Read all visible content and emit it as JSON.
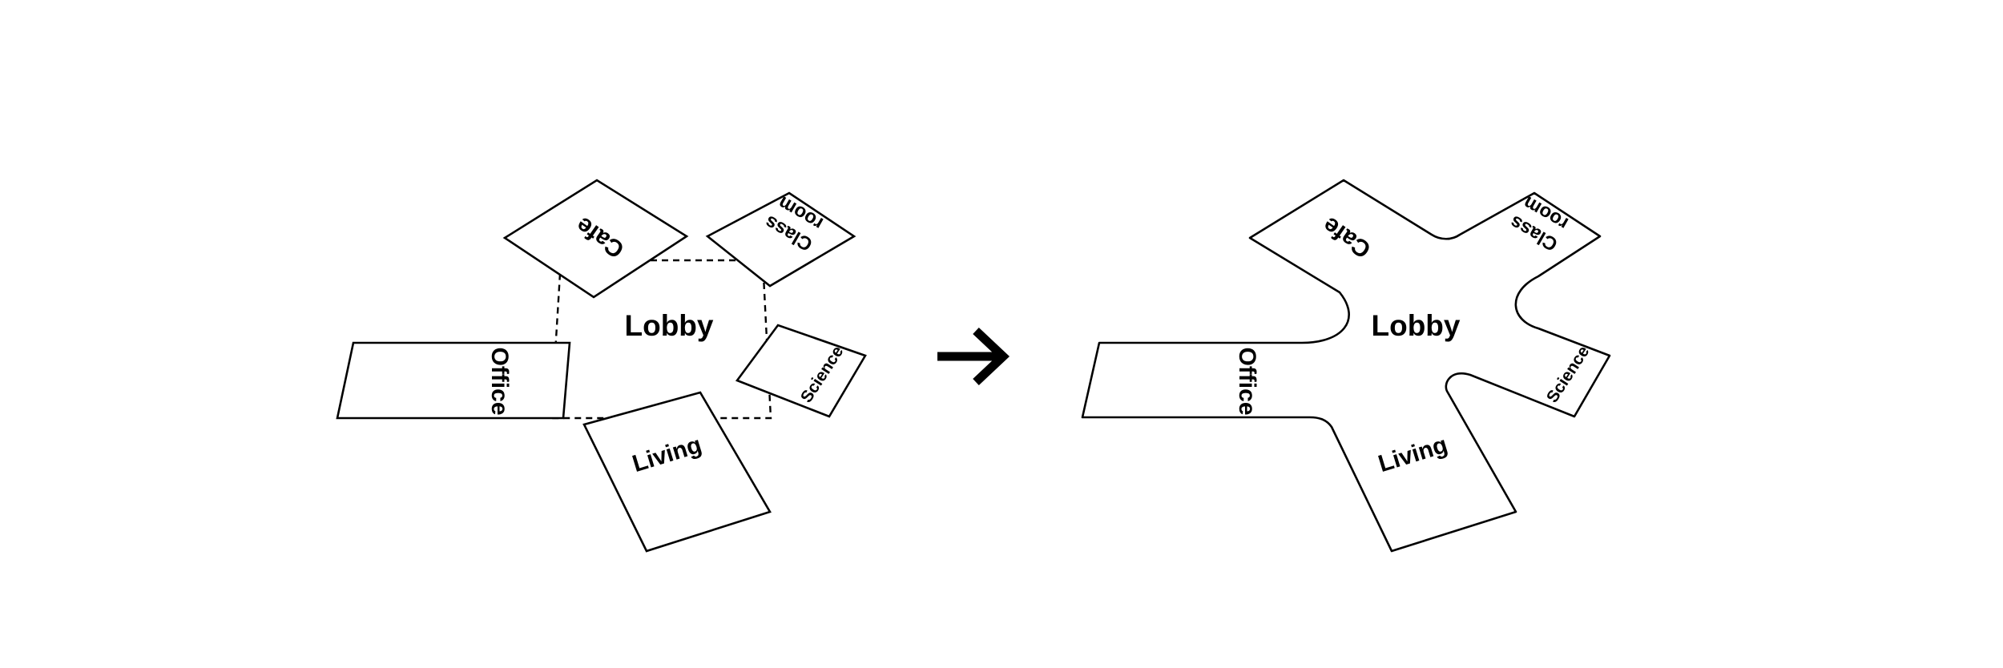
{
  "rooms": {
    "lobby": "Lobby",
    "cafe": "Cafe",
    "classroom_line1": "Class",
    "classroom_line2": "room",
    "office": "Office",
    "science": "Science",
    "living": "Living"
  },
  "arrow_icon": "right-arrow-icon",
  "colors": {
    "stroke": "#000000",
    "fill": "#ffffff",
    "background": "#ffffff"
  }
}
